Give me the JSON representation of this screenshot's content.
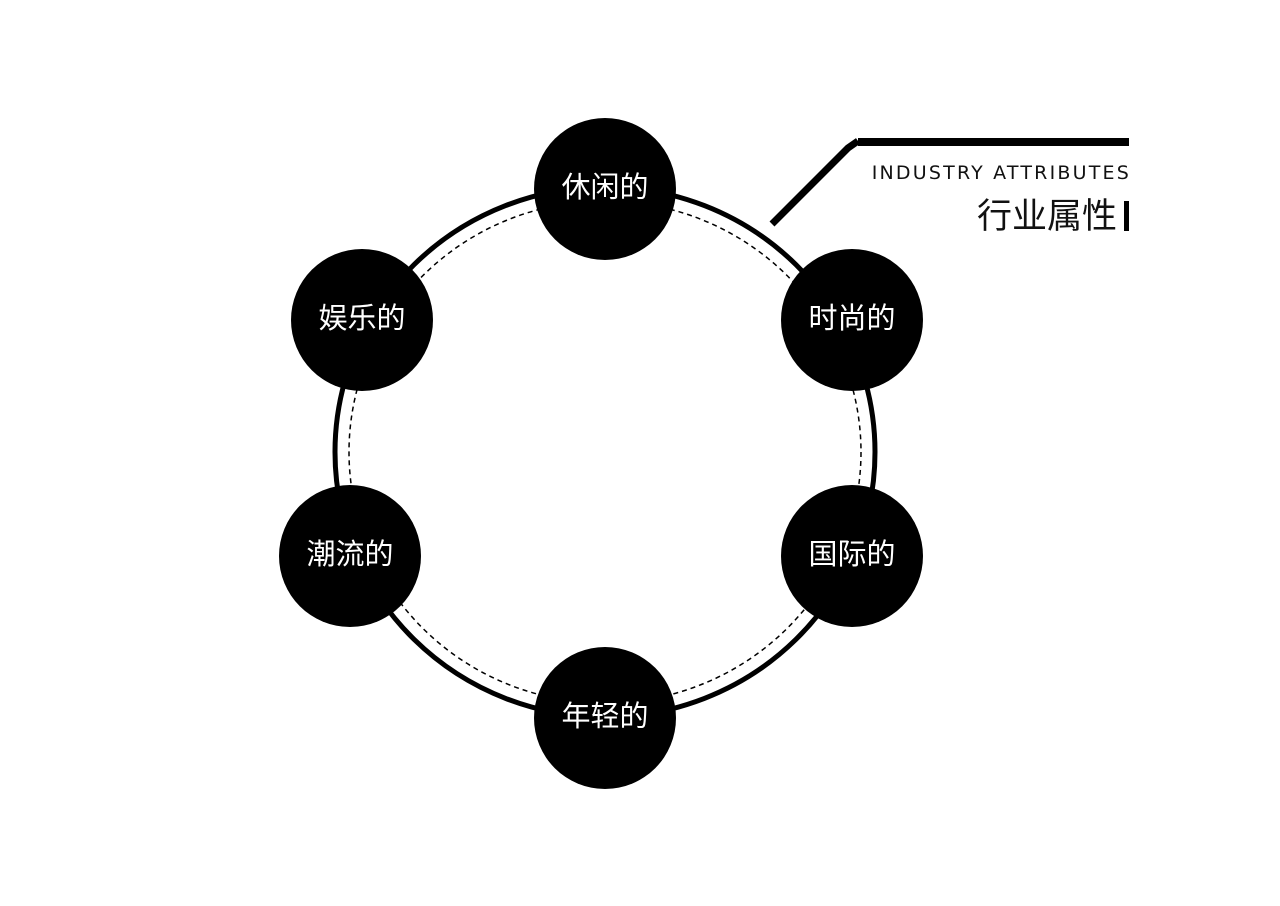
{
  "colors": {
    "ink": "#000000",
    "paper": "#ffffff"
  },
  "caption": {
    "english": "INDUSTRY ATTRIBUTES",
    "chinese": "行业属性"
  },
  "nodes": [
    {
      "label": "休闲的"
    },
    {
      "label": "时尚的"
    },
    {
      "label": "国际的"
    },
    {
      "label": "年轻的"
    },
    {
      "label": "潮流的"
    },
    {
      "label": "娱乐的"
    }
  ]
}
